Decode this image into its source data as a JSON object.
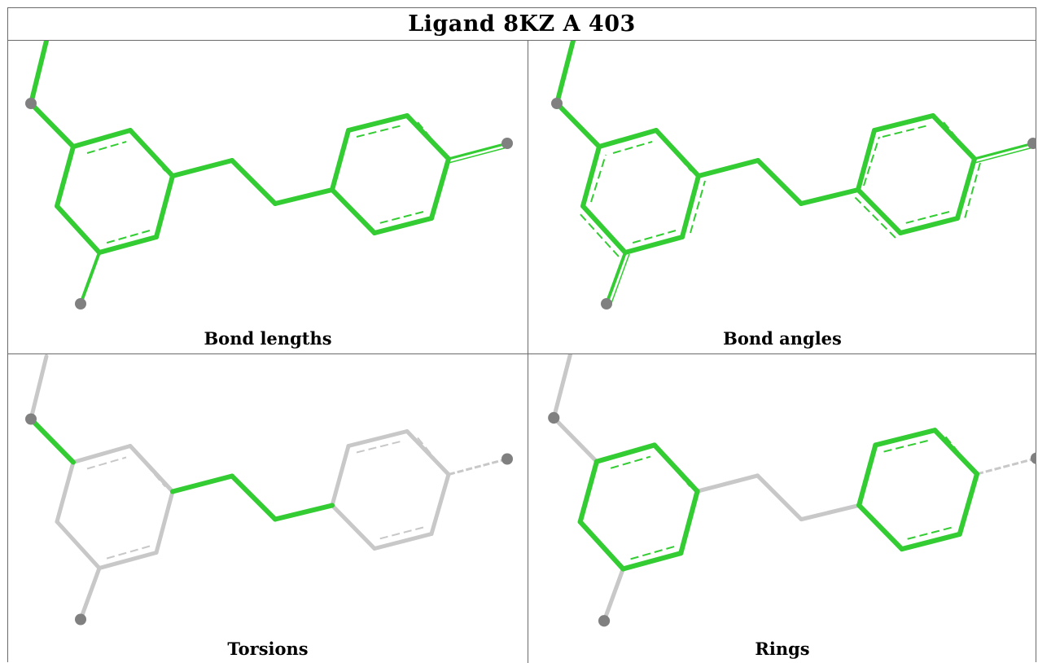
{
  "title": "Ligand 8KZ A 403",
  "panels": [
    {
      "caption": "Bond lengths"
    },
    {
      "caption": "Bond angles"
    },
    {
      "caption": "Torsions"
    },
    {
      "caption": "Rings"
    }
  ],
  "colors": {
    "highlight": "#33cc33",
    "neutral": "#c8c8c8",
    "atom": "#808080",
    "border": "#6a6a6a"
  }
}
